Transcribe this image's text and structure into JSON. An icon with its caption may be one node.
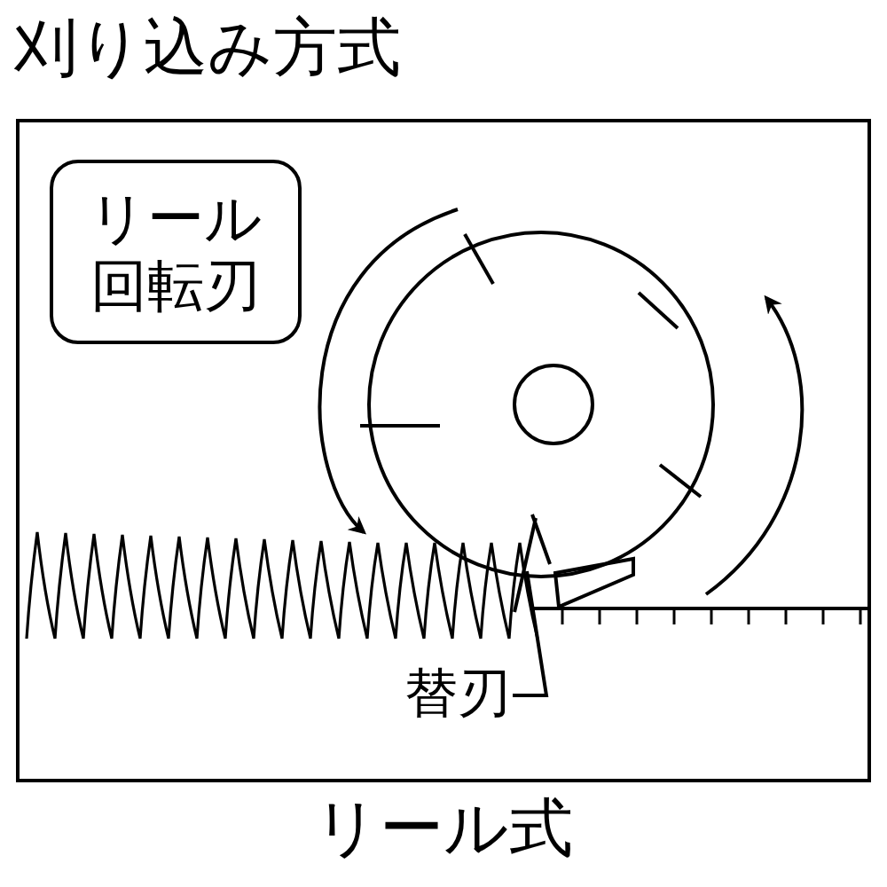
{
  "diagram": {
    "title": "刈り込み方式",
    "caption": "リール式",
    "nodes": [
      {
        "text": [
          "リール回転刃"
        ]
      },
      {
        "text": [
          "替刃"
        ]
      },
      {
        "text": [],
        "shape": "bar"
      }
    ],
    "edges": [
      {
        "from": 1,
        "to": 2,
        "arrow": "none"
      }
    ]
  }
}
